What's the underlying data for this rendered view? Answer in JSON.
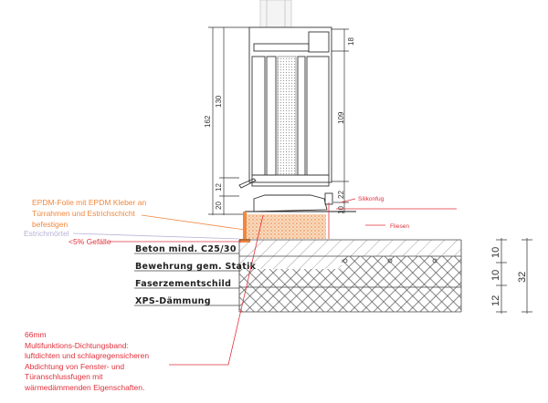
{
  "colors": {
    "annotation_orange": "#f0883e",
    "annotation_red": "#e0303c",
    "annotation_lilac": "#b9b2d6",
    "screed": "#f6a35c"
  },
  "dimensions_left": {
    "total": "162",
    "upper": "130",
    "middle": "12",
    "lower": "20"
  },
  "dimensions_right": {
    "top": "18",
    "middle": "109",
    "lower": "22",
    "bottom": "10"
  },
  "dimensions_floor": {
    "layer1": "10",
    "layer2": "10",
    "layer3": "12",
    "total": "32"
  },
  "annotations": {
    "epdm": "EPDM-Folie mit EPDM Kleber an\nTürrahmen und Estrichschicht\nbefestigen",
    "screed": "Estrichmörtel",
    "slope": "<5% Gefälle",
    "silicone": "Silikonfug",
    "tiles": "Fliesen",
    "sealing_tape": "66mm\nMultifunktions-Dichtungsband:\nluftdichten und schlagregensicheren\nAbdichtung von Fenster- und\nTüranschlussfugen mit\nwärmedämmenden Eigenschaften."
  },
  "layers": [
    {
      "label": "Beton mind. C25/30"
    },
    {
      "label": "Bewehrung gem. Statik"
    },
    {
      "label": "Faserzementschild"
    },
    {
      "label": "XPS-Dämmung"
    }
  ]
}
